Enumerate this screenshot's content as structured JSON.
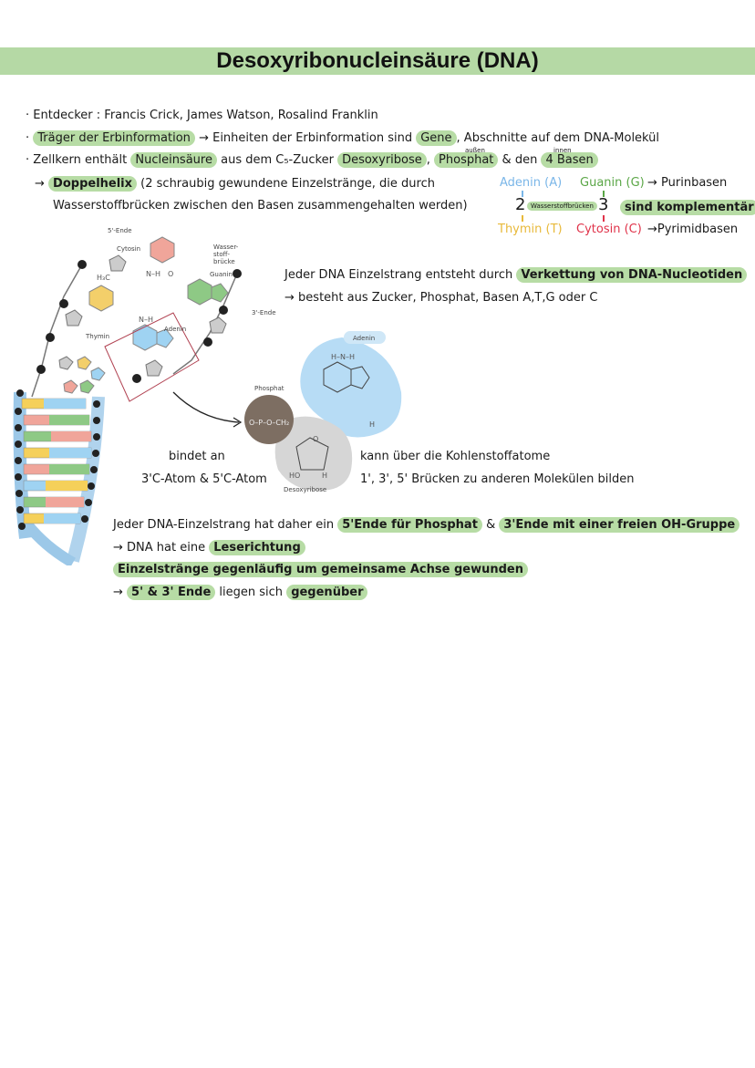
{
  "title": "Desoxyribonucleinsäure (DNA)",
  "colors": {
    "title_bar": "#b5d9a5",
    "highlight": "#b7dca5",
    "adenin": "#7ab6e8",
    "guanin": "#5aa646",
    "thymin": "#e8b93a",
    "cytosin": "#e0334a"
  },
  "bullets": {
    "b1": {
      "label": "Entdecker :",
      "text": "Francis Crick, James Watson, Rosalind Franklin"
    },
    "b2": {
      "hl": "Träger der Erbinformation",
      "arrow": "→",
      "text": "Einheiten der Erbinformation sind",
      "hl2": "Gene",
      "text2": ", Abschnitte auf dem DNA-Molekül"
    },
    "b3": {
      "text": "Zellkern enthält",
      "hl": "Nucleinsäure",
      "text2": "aus dem C₅-Zucker",
      "hl2": "Desoxyribose",
      "comma": ",",
      "hl3": "Phosphat",
      "amp": "& den",
      "hl4": "4 Basen",
      "above_phosphat": "außen",
      "above_basen": "innen"
    }
  },
  "helix": {
    "arrow": "→",
    "hl": "Doppelhelix",
    "text": "(2 schraubig gewundene Einzelstränge, die durch",
    "text2": "Wasserstoffbrücken zwischen den Basen zusammengehalten werden)"
  },
  "bases": {
    "adenin": "Adenin (A)",
    "guanin": "Guanin (G)",
    "purin": "→ Purinbasen",
    "two": "2",
    "bruecken": "Wasserstoffbrücken",
    "three": "3",
    "komplementaer": "sind komplementär",
    "thymin": "Thymin (T)",
    "cytosin": "Cytosin (C)",
    "pyrimid": "→Pyrimidbasen"
  },
  "strand": {
    "text": "Jeder DNA Einzelstrang entsteht durch",
    "hl": "Verkettung von DNA-Nucleotiden",
    "arrow": "→",
    "text2": "besteht aus Zucker, Phosphat, Basen A,T,G oder C"
  },
  "figure_labels": {
    "cytosin": "Cytosin",
    "wasserstoff": "Wasser-\nstoff-\nbrücke",
    "guanin": "Guanin",
    "thymin": "Thymin",
    "adenin": "Adenin",
    "ende5": "5'-Ende",
    "ende3": "3'-Ende",
    "nuc_adenin": "Adenin",
    "nuc_phosphat": "Phosphat",
    "nuc_desoxyribose": "Desoxyribose"
  },
  "nucleotide_notes": {
    "bindet": "bindet an",
    "atom": "3'C-Atom & 5'C-Atom",
    "kann": "kann über die Kohlenstoffatome",
    "bruecken": "1', 3', 5'  Brücken zu anderen Molekülen bilden"
  },
  "ends": {
    "text": "Jeder DNA-Einzelstrang hat daher ein",
    "hl": "5'Ende für Phosphat",
    "amp": "&",
    "hl2": "3'Ende mit einer freien OH-Gruppe",
    "l2_arrow": "→",
    "l2_text": "DNA hat eine",
    "l2_hl": "Leserichtung",
    "l3_hl": "Einzelstränge gegenläufig um gemeinsame Achse gewunden",
    "l4_arrow": "→",
    "l4_hl": "5' & 3' Ende",
    "l4_text": "liegen sich",
    "l4_hl2": "gegenüber"
  }
}
